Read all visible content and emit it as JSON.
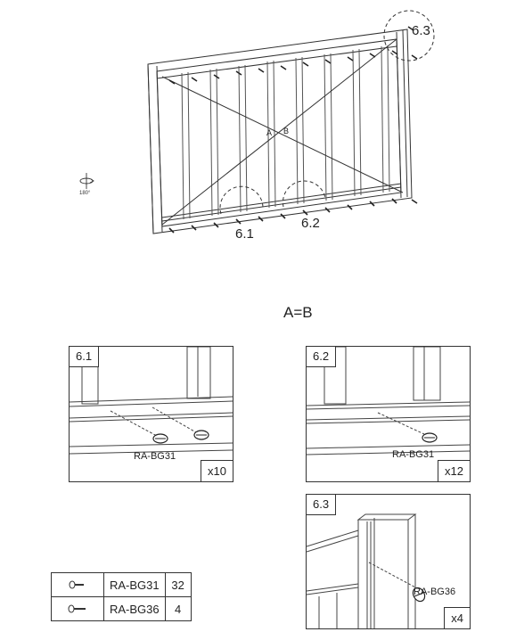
{
  "main_view": {
    "callouts": [
      "6.1",
      "6.2",
      "6.3"
    ],
    "diagonal_a": "A",
    "diagonal_b": "B",
    "rotation_label": "180°"
  },
  "equation": "A=B",
  "details": [
    {
      "id": "6.1",
      "part": "RA-BG31",
      "qty": "x10"
    },
    {
      "id": "6.2",
      "part": "RA-BG31",
      "qty": "x12"
    },
    {
      "id": "6.3",
      "part": "RA-BG36",
      "qty": "x4"
    }
  ],
  "parts_table": [
    {
      "icon": "short-screw-icon",
      "part": "RA-BG31",
      "count": "32"
    },
    {
      "icon": "long-screw-icon",
      "part": "RA-BG36",
      "count": "4"
    }
  ]
}
